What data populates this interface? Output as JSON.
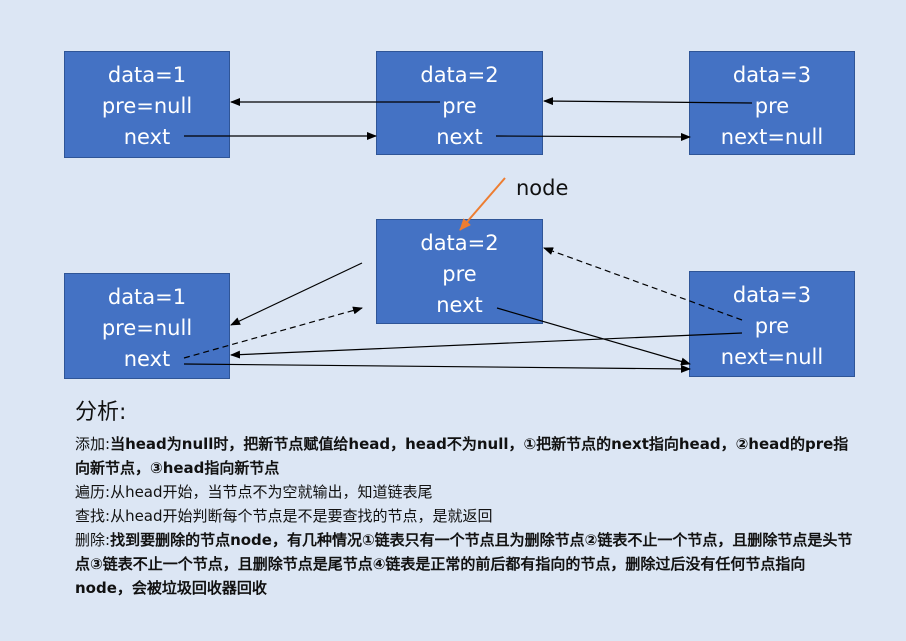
{
  "top_row": {
    "n1": {
      "data": "data=1",
      "pre": "pre=null",
      "next": "next"
    },
    "n2": {
      "data": "data=2",
      "pre": "pre",
      "next": "next"
    },
    "n3": {
      "data": "data=3",
      "pre": "pre",
      "next": "next=null"
    }
  },
  "bottom_row": {
    "n1": {
      "data": "data=1",
      "pre": "pre=null",
      "next": "next"
    },
    "n2": {
      "data": "data=2",
      "pre": "pre",
      "next": "next"
    },
    "n3": {
      "data": "data=3",
      "pre": "pre",
      "next": "next=null"
    }
  },
  "node_pointer_label": "node",
  "colors": {
    "node_fill": "#4472c4",
    "node_border": "#2f5597",
    "pointer_arrow": "#ed7d31",
    "background": "#dce6f4"
  },
  "analysis": {
    "heading": "分析:",
    "add_label": "添加:",
    "add_text": "当head为null时，把新节点赋值给head，head不为null，①把新节点的next指向head，②head的pre指向新节点，③head指向新节点",
    "traverse_label": "遍历:",
    "traverse_text": "从head开始，当节点不为空就输出，知道链表尾",
    "find_label": "查找:",
    "find_text": "从head开始判断每个节点是不是要查找的节点，是就返回",
    "delete_label": "删除:",
    "delete_text": "找到要删除的节点node，有几种情况①链表只有一个节点且为删除节点②链表不止一个节点，且删除节点是头节点③链表不止一个节点，且删除节点是尾节点④链表是正常的前后都有指向的节点，删除过后没有任何节点指向node，会被垃圾回收器回收"
  }
}
